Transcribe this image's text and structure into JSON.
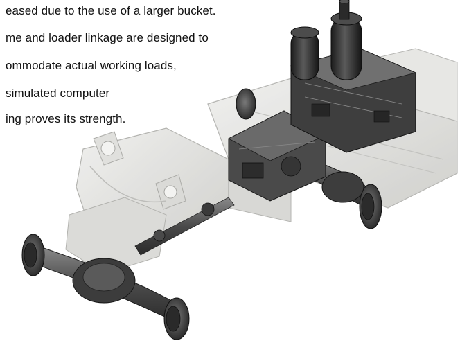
{
  "caption": {
    "lines": [
      "eased due to the use of a larger bucket.",
      "me and loader linkage are designed to",
      "ommodate actual working loads,",
      "simulated computer",
      "ing proves its strength."
    ]
  },
  "image": {
    "subject": "loader chassis frame with engine, transmission, drive shafts and axles",
    "colors": {
      "frame": "#d9d9d6",
      "frame_edge": "#a9a9a5",
      "metal_dark": "#3a3a3a",
      "metal_mid": "#6e6e6e",
      "metal_light": "#9a9a9a"
    }
  }
}
